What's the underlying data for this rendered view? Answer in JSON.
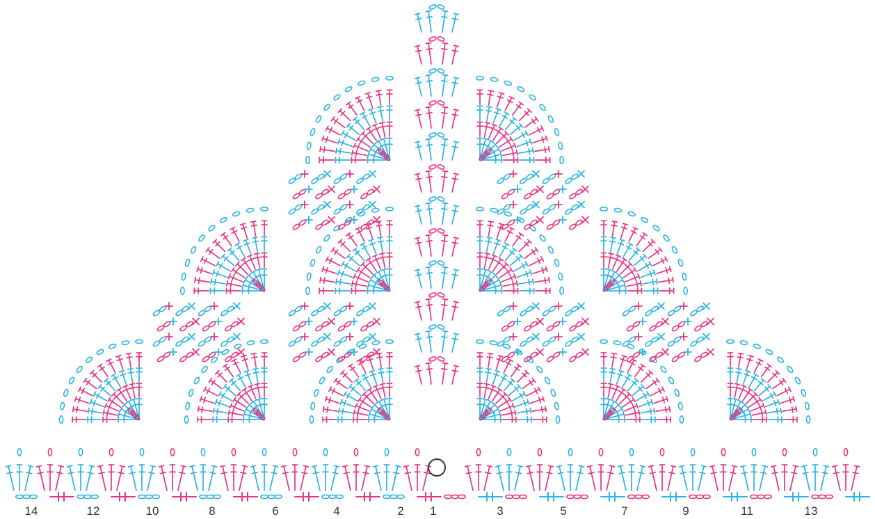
{
  "colors": {
    "blue": "#2bb3e6",
    "pink": "#e8347f",
    "label": "#333333",
    "ring": "#333333"
  },
  "legend": {
    "start_ring_icon": "magic-ring-icon",
    "chain_icon": "chain-stitch-oval-icon",
    "single_crochet_icon": "single-crochet-plus-icon",
    "double_crochet_icon": "double-crochet-cross-icon",
    "slip_bar_icon": "slip-bar-icon"
  },
  "row_labels": [
    "14",
    "12",
    "10",
    "8",
    "6",
    "4",
    "2",
    "1",
    "3",
    "5",
    "7",
    "9",
    "11",
    "13"
  ]
}
